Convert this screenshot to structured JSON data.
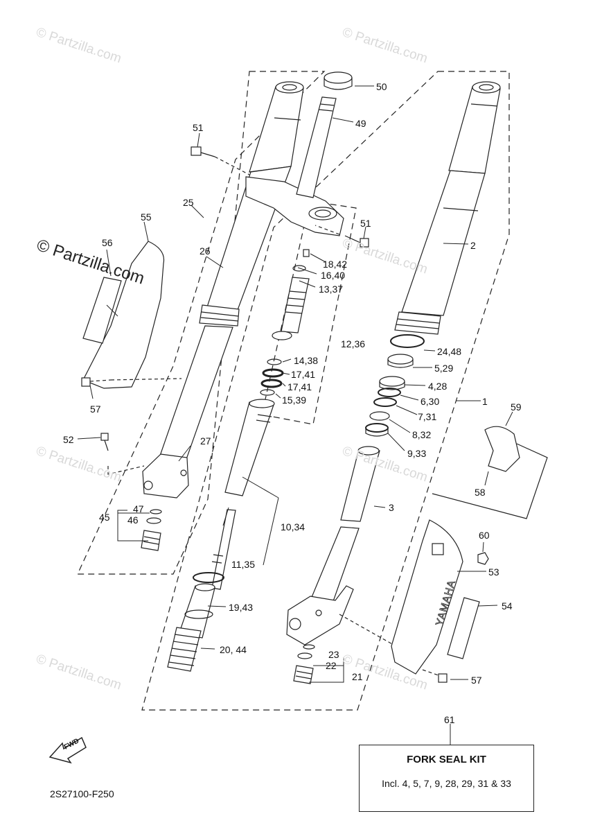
{
  "watermarks": [
    "© Partzilla.com",
    "© Partzilla.com",
    "© Partzilla.com",
    "© Partzilla.com",
    "© Partzilla.com",
    "© Partzilla.com",
    "© Partzilla.com"
  ],
  "watermark_dark": "© Partzilla.com",
  "callouts": {
    "c1": "1",
    "c2": "2",
    "c3": "3",
    "c25": "25",
    "c26": "26",
    "c27": "27",
    "c50": "50",
    "c49": "49",
    "c51a": "51",
    "c51b": "51",
    "c55": "55",
    "c56": "56",
    "c57a": "57",
    "c57b": "57",
    "c52": "52",
    "c45": "45",
    "c46": "46",
    "c47": "47",
    "c18_42": "18,42",
    "c16_40": "16,40",
    "c13_37": "13,37",
    "c12_36": "12,36",
    "c14_38": "14,38",
    "c17_41a": "17,41",
    "c17_41b": "17,41",
    "c15_39": "15,39",
    "c10_34": "10,34",
    "c11_35": "11,35",
    "c19_43": "19,43",
    "c20_44": "20, 44",
    "c24_48": "24,48",
    "c5_29": "5,29",
    "c4_28": "4,28",
    "c6_30": "6,30",
    "c7_31": "7,31",
    "c8_32": "8,32",
    "c9_33": "9,33",
    "c59": "59",
    "c58": "58",
    "c60": "60",
    "c53": "53",
    "c54": "54",
    "c23": "23",
    "c22": "22",
    "c21": "21",
    "c61": "61"
  },
  "brand_text": "YAMAHA",
  "fwd_label": "FWD",
  "kit": {
    "title": "FORK SEAL KIT",
    "contents": "Incl. 4, 5, 7, 9, 28, 29, 31 & 33"
  },
  "diagram_code": "2S27100-F250",
  "colors": {
    "line": "#222222",
    "watermark": "#d9d9d9",
    "background": "#ffffff"
  }
}
